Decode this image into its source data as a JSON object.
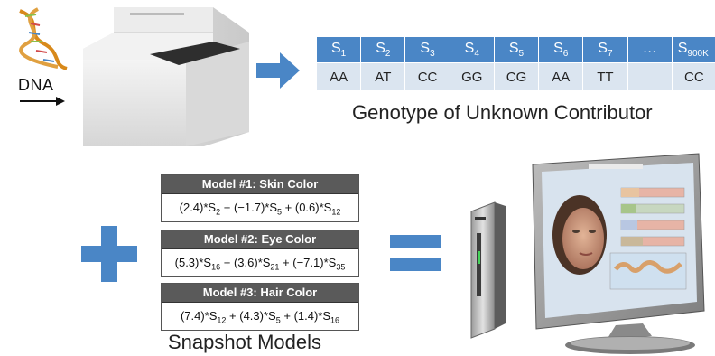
{
  "dna_label": "DNA",
  "genotype": {
    "headers": [
      {
        "base": "S",
        "sub": "1"
      },
      {
        "base": "S",
        "sub": "2"
      },
      {
        "base": "S",
        "sub": "3"
      },
      {
        "base": "S",
        "sub": "4"
      },
      {
        "base": "S",
        "sub": "5"
      },
      {
        "base": "S",
        "sub": "6"
      },
      {
        "base": "S",
        "sub": "7"
      },
      {
        "base": "…",
        "sub": ""
      },
      {
        "base": "S",
        "sub": "900K"
      }
    ],
    "values": [
      "AA",
      "AT",
      "CC",
      "GG",
      "CG",
      "AA",
      "TT",
      "",
      "CC"
    ],
    "caption": "Genotype of Unknown Contributor"
  },
  "models": [
    {
      "title": "Model #1: Skin Color",
      "terms": [
        {
          "coef": "(2.4)",
          "sub": "2"
        },
        {
          "coef": "(−1.7)",
          "sub": "5"
        },
        {
          "coef": "(0.6)",
          "sub": "12"
        }
      ]
    },
    {
      "title": "Model #2: Eye Color",
      "terms": [
        {
          "coef": "(5.3)",
          "sub": "16"
        },
        {
          "coef": "(3.6)",
          "sub": "21"
        },
        {
          "coef": "(−7.1)",
          "sub": "35"
        }
      ]
    },
    {
      "title": "Model #3: Hair Color",
      "terms": [
        {
          "coef": "(7.4)",
          "sub": "12"
        },
        {
          "coef": "(4.3)",
          "sub": "5"
        },
        {
          "coef": "(1.4)",
          "sub": "16"
        }
      ]
    }
  ],
  "models_caption": "Snapshot Models",
  "colors": {
    "arrow_blue": "#4a86c6",
    "table_header": "#4a86c6",
    "table_row": "#dbe5f0",
    "model_header": "#5a5a5a"
  }
}
